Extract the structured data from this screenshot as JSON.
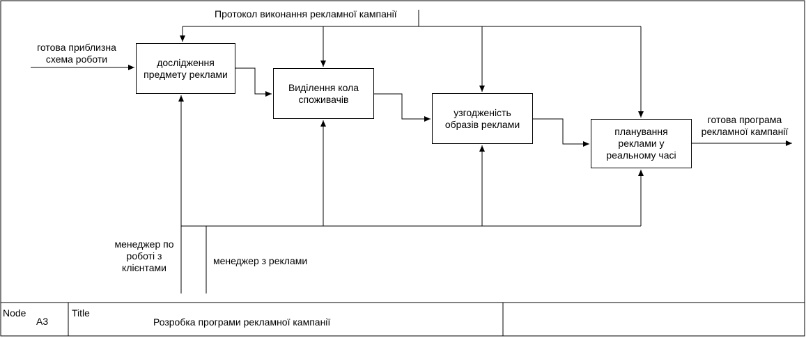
{
  "diagram": {
    "boxes": [
      {
        "lines": [
          "дослідження",
          "предмету реклами"
        ]
      },
      {
        "lines": [
          "Виділення кола",
          "споживачів"
        ]
      },
      {
        "lines": [
          "узгодженість",
          "образів реклами"
        ]
      },
      {
        "lines": [
          "планування",
          "реклами у",
          "реальному часі"
        ]
      }
    ],
    "control_label": "Протокол виконання рекламної кампанії",
    "input_label": [
      "готова приблизна",
      "схема роботи"
    ],
    "output_label": [
      "готова програма",
      "рекламної кампанії"
    ],
    "mechanism_labels": [
      {
        "lines": [
          "менеджер по",
          "роботі з",
          "клієнтами"
        ]
      },
      {
        "lines": [
          "менеджер з реклами"
        ]
      }
    ]
  },
  "footer": {
    "node_caption": "Node",
    "node_value": "A3",
    "title_caption": "Title",
    "title_value": "Розробка програми рекламної кампанії"
  },
  "colors": {
    "line": "#000000",
    "background": "#ffffff"
  }
}
